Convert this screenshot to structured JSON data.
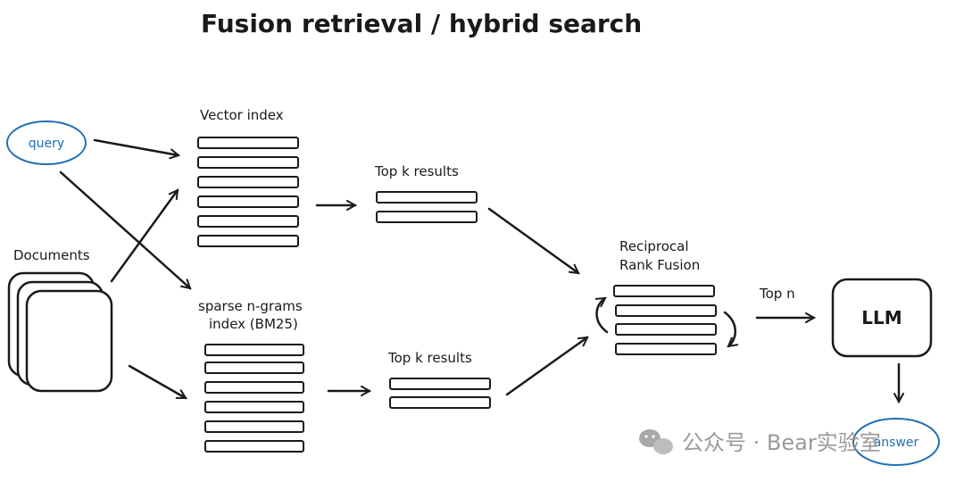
{
  "title": "Fusion retrieval / hybrid search",
  "nodes": {
    "query": "query",
    "documents": "Documents",
    "vector_index": "Vector index",
    "sparse_line1": "sparse n-grams",
    "sparse_line2": "index (BM25)",
    "topk_vector": "Top k results",
    "topk_sparse": "Top k results",
    "rrf_line1": "Reciprocal",
    "rrf_line2": "Rank Fusion",
    "top_n": "Top n",
    "llm": "LLM",
    "answer": "answer"
  },
  "watermark": "公众号 · Bear实验室",
  "colors": {
    "ink": "#1a1a1a",
    "accent_blue": "#1f6fb5",
    "watermark": "#9a9a9a"
  }
}
